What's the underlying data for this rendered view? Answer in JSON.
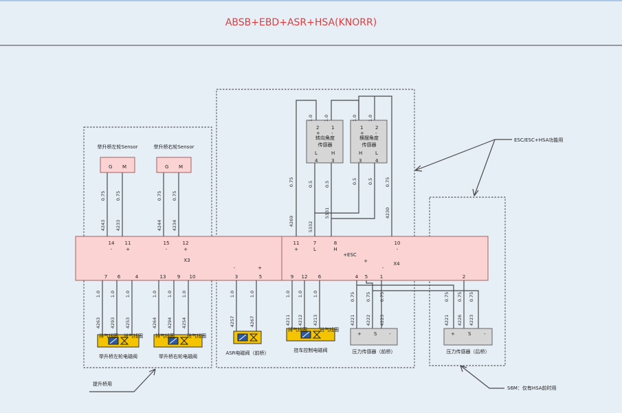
{
  "title": "ABSB+EBD+ASR+HSA(KNORR)",
  "colors": {
    "title": "#e23b3b",
    "connector_fill": "#fbd3d3",
    "connector_stroke": "#a06060",
    "sensor_fill": "#fbd3d3",
    "gray_box": "#d6d6d6",
    "valve_fill": "#f5c400"
  },
  "annotations": {
    "esc_group": "ESC/ESC+HSA功能用",
    "lift_bridge": "提升桥用",
    "s6m": "S6M：仅有HSA前时用"
  },
  "lift_sensors": [
    {
      "name": "举升桥左轮Sensor",
      "pins": [
        "G",
        "M"
      ]
    },
    {
      "name": "举升桥右轮Sensor",
      "pins": [
        "G",
        "M"
      ]
    }
  ],
  "angle_sensors": [
    {
      "name_line1": "转向角度",
      "name_line2": "传感器",
      "top_pins": [
        "2",
        "1"
      ],
      "top_signs": [
        "+",
        "-"
      ],
      "bottom_letters": [
        "L",
        "H"
      ],
      "bottom_pins": [
        "4",
        "3"
      ]
    },
    {
      "name_line1": "横摆角度",
      "name_line2": "传感器",
      "top_pins": [
        "1",
        "2"
      ],
      "top_signs": [
        "+",
        "-"
      ],
      "bottom_letters": [
        "H",
        "L"
      ],
      "bottom_pins": [
        "3",
        "4"
      ]
    }
  ],
  "connector": {
    "x3_label": "X3",
    "x4_label": "X4",
    "esc_label": "+ESC",
    "top_pins": [
      {
        "pin": "14",
        "sign": "-"
      },
      {
        "pin": "11",
        "sign": "+"
      },
      {
        "pin": "15",
        "sign": "-"
      },
      {
        "pin": "12",
        "sign": "+"
      },
      {
        "pin": "11",
        "sign": "+"
      },
      {
        "pin": "7",
        "sign": "L"
      },
      {
        "pin": "8",
        "sign": "H"
      },
      {
        "pin": "10",
        "sign": "-"
      }
    ],
    "mid_signs": [
      "-",
      "+",
      "+",
      "-"
    ],
    "bottom_pins": [
      "7",
      "6",
      "4",
      "13",
      "9",
      "10",
      "3",
      "5",
      "9",
      "12",
      "6",
      "4",
      "5",
      "1",
      "2"
    ]
  },
  "wire_labels": {
    "upper_sizes": [
      "0.75",
      "0.75",
      "0.75",
      "0.75",
      "0.75",
      "0.5",
      "0.5",
      "0.75",
      "0.5",
      "0.5",
      "1.0",
      "1.0",
      "1.0",
      "1.0"
    ],
    "upper_ids": [
      "4243",
      "4233",
      "4244",
      "4234",
      "4269",
      "5332",
      "5331",
      "4230"
    ],
    "lower_sizes": [
      "1.0",
      "1.0",
      "1.0",
      "1.0",
      "1.0",
      "1.0",
      "1.0",
      "1.0",
      "1.0",
      "1.0",
      "1.0",
      "0.75",
      "0.75",
      "0.75",
      "0.75",
      "0.75",
      "0.75"
    ],
    "lower_ids": [
      "4263",
      "4293",
      "4253",
      "4264",
      "4294",
      "4254",
      "4257",
      "4267",
      "4211",
      "4212",
      "4213",
      "4221",
      "4222",
      "4223",
      "4221",
      "4226",
      "4223"
    ]
  },
  "valves": [
    {
      "name": "举升桥左轮电磁阀",
      "sub_left": "排气线圈",
      "sub_right": "进气线圈"
    },
    {
      "name": "举升桥右轮电磁阀",
      "sub_left": "排气线圈",
      "sub_right": "进气线圈"
    },
    {
      "name": "ASR电磁阀（前桥）",
      "sub_left": "",
      "sub_right": ""
    },
    {
      "name": "挂车控制电磁阀",
      "sub_left": "排气线圈",
      "sub_right": "进气线圈"
    }
  ],
  "pressure_sensors": [
    {
      "name": "压力传感器（前桥）",
      "pins": [
        "+",
        "S",
        "-"
      ]
    },
    {
      "name": "压力传感器（后桥）",
      "pins": [
        "+",
        "S",
        "-"
      ]
    }
  ]
}
